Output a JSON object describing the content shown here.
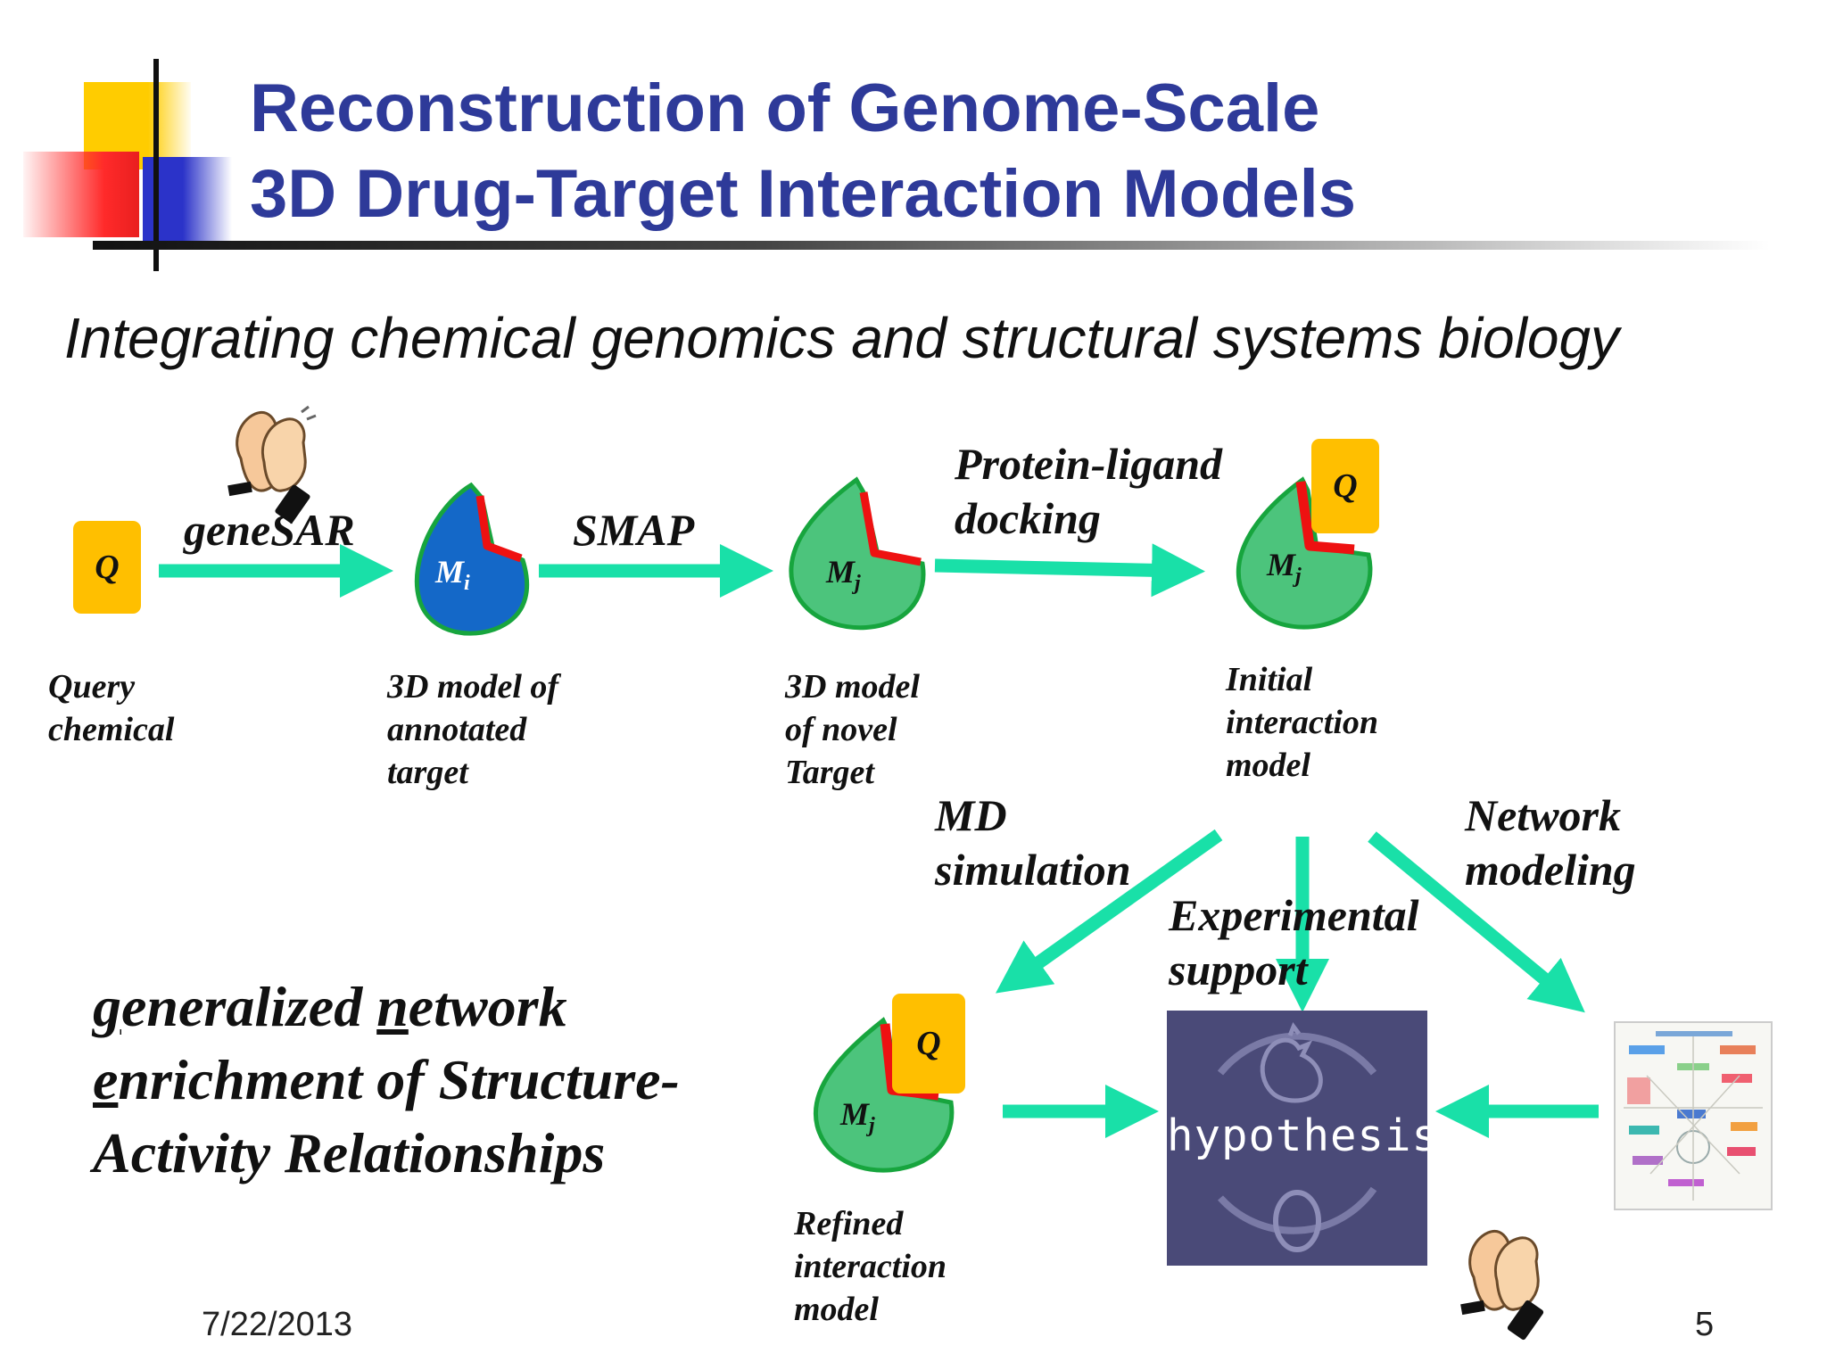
{
  "slide": {
    "title_line1": "Reconstruction of Genome-Scale",
    "title_line2": "3D Drug-Target Interaction Models",
    "subtitle": "Integrating chemical genomics and structural systems biology",
    "date": "7/22/2013",
    "page_number": "5"
  },
  "diagram": {
    "query_box": "Q",
    "model_i": "M",
    "model_i_sub": "i",
    "model_j": "M",
    "model_j_sub": "j",
    "edges": {
      "genesar": "geneSAR",
      "smap": "SMAP",
      "docking_line1": "Protein-ligand",
      "docking_line2": "docking",
      "md_line1": "MD",
      "md_line2": "simulation",
      "experimental_line1": "Experimental",
      "experimental_line2": "support",
      "network_line1": "Network",
      "network_line2": "modeling"
    },
    "captions": {
      "query": [
        "Query",
        "chemical"
      ],
      "annotated": [
        "3D model of",
        "annotated",
        "target"
      ],
      "novel": [
        "3D model",
        "of novel",
        "Target"
      ],
      "initial": [
        "Initial",
        "interaction",
        "model"
      ],
      "refined": [
        "Refined",
        "interaction",
        "model"
      ]
    },
    "hypothesis_word": "hypothesis"
  },
  "genesar_expansion": {
    "line1_initial": "g",
    "line1_rest": "eneralized ",
    "line1_initial2": "n",
    "line1_rest2": "etwork",
    "line2_initial": "e",
    "line2_rest": "nrichment of Structure-",
    "line3": "Activity Relationships"
  },
  "colors": {
    "title": "#2e3a99",
    "arrow": "#19e0a8",
    "model_blue": "#1468c8",
    "model_green": "#4cc47c",
    "model_outline": "#17a53e",
    "query_box": "#ffbf00",
    "binding_site": "#ee1111",
    "hypothesis_bg": "#4a4a78"
  },
  "icons": [
    "clapping-hands-icon",
    "chicken-icon",
    "egg-icon",
    "pathway-map-thumbnail"
  ]
}
